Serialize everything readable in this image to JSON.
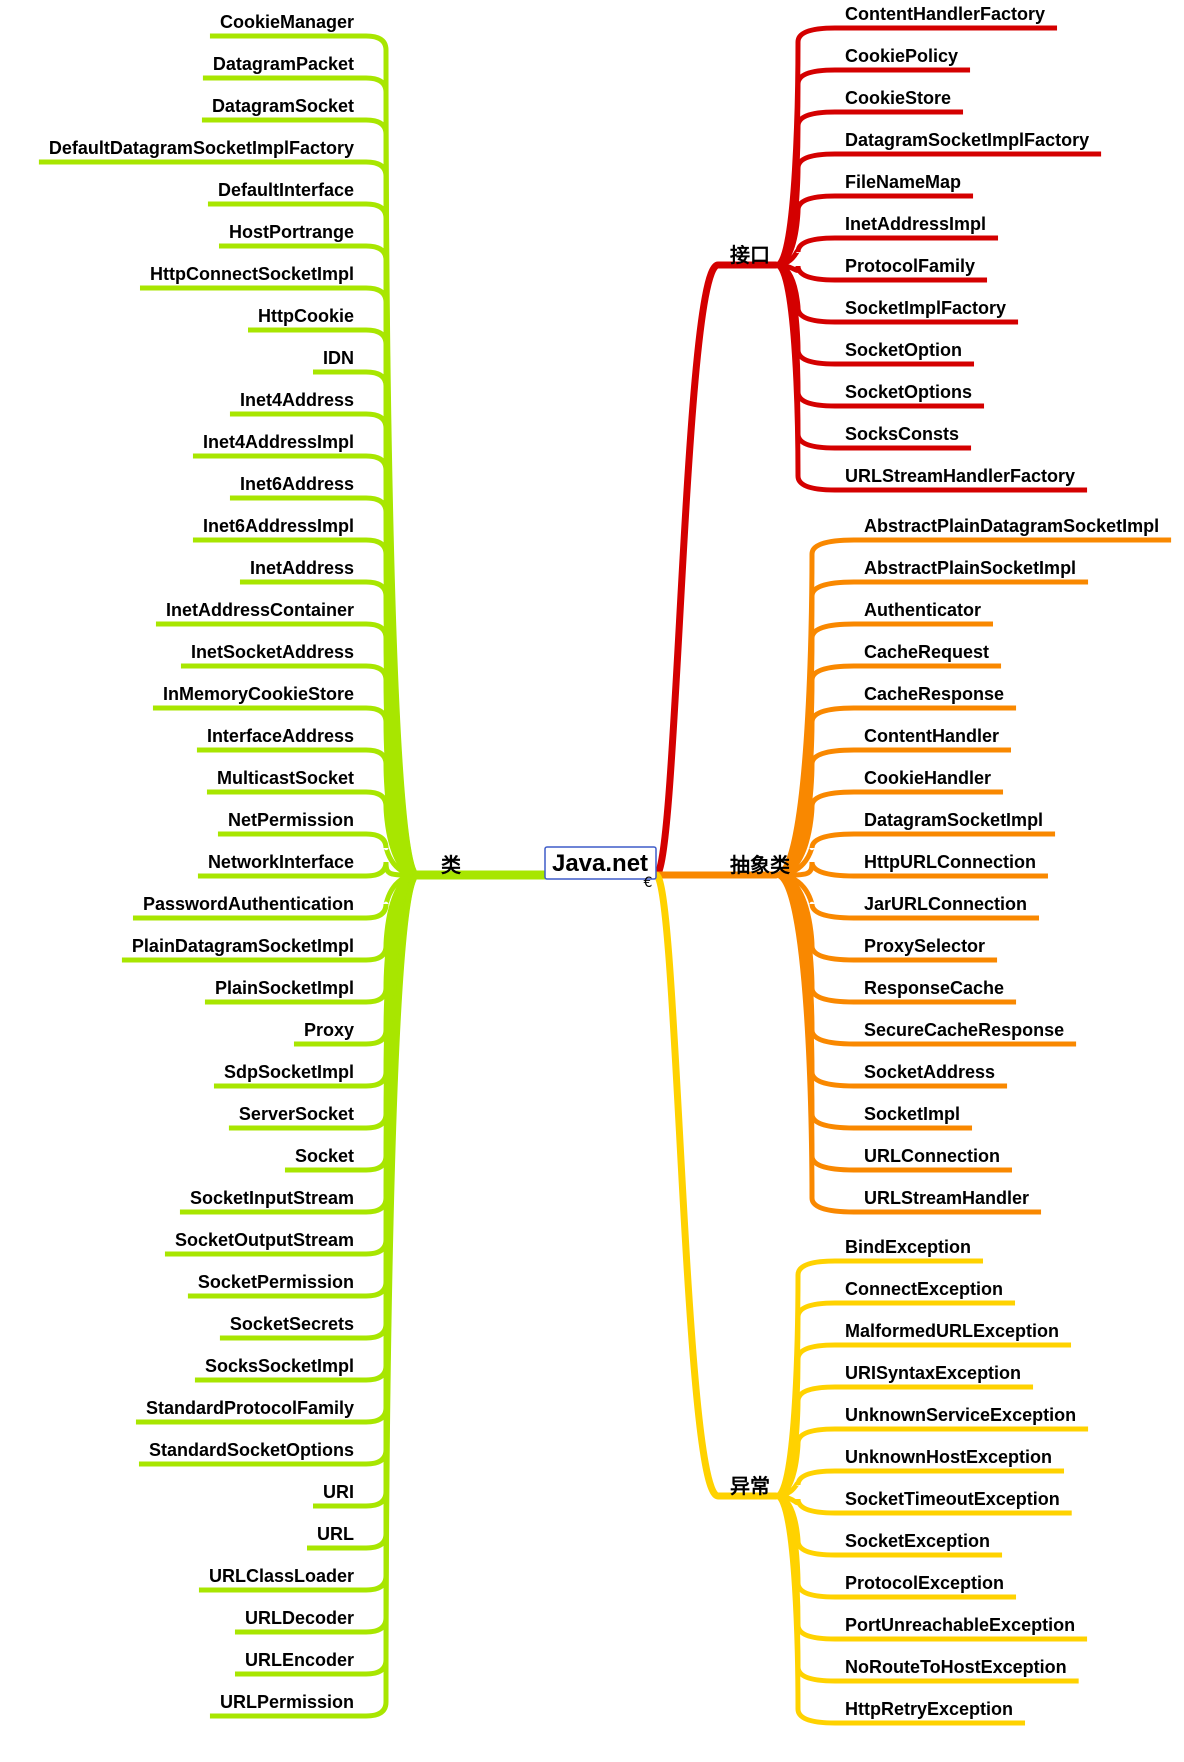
{
  "mindmap": {
    "root": {
      "label": "Java.net",
      "marker": "€"
    },
    "branches": [
      {
        "id": "interfaces",
        "label": "接口",
        "color": "#d40000",
        "side": "right",
        "items": [
          "ContentHandlerFactory",
          "CookiePolicy",
          "CookieStore",
          "DatagramSocketImplFactory",
          "FileNameMap",
          "InetAddressImpl",
          "ProtocolFamily",
          "SocketImplFactory",
          "SocketOption",
          "SocketOptions",
          "SocksConsts",
          "URLStreamHandlerFactory"
        ]
      },
      {
        "id": "abstract-classes",
        "label": "抽象类",
        "color": "#f98800",
        "side": "right",
        "items": [
          "AbstractPlainDatagramSocketImpl",
          "AbstractPlainSocketImpl",
          "Authenticator",
          "CacheRequest",
          "CacheResponse",
          "ContentHandler",
          "CookieHandler",
          "DatagramSocketImpl",
          "HttpURLConnection",
          "JarURLConnection",
          "ProxySelector",
          "ResponseCache",
          "SecureCacheResponse",
          "SocketAddress",
          "SocketImpl",
          "URLConnection",
          "URLStreamHandler"
        ]
      },
      {
        "id": "exceptions",
        "label": "异常",
        "color": "#ffd200",
        "side": "right",
        "items": [
          "BindException",
          "ConnectException",
          "MalformedURLException",
          "URISyntaxException",
          "UnknownServiceException",
          "UnknownHostException",
          "SocketTimeoutException",
          "SocketException",
          "ProtocolException",
          "PortUnreachableException",
          "NoRouteToHostException",
          "HttpRetryException"
        ]
      },
      {
        "id": "classes",
        "label": "类",
        "color": "#a8e600",
        "side": "left",
        "items": [
          "CookieManager",
          "DatagramPacket",
          "DatagramSocket",
          "DefaultDatagramSocketImplFactory",
          "DefaultInterface",
          "HostPortrange",
          "HttpConnectSocketImpl",
          "HttpCookie",
          "IDN",
          "Inet4Address",
          "Inet4AddressImpl",
          "Inet6Address",
          "Inet6AddressImpl",
          "InetAddress",
          "InetAddressContainer",
          "InetSocketAddress",
          "InMemoryCookieStore",
          "InterfaceAddress",
          "MulticastSocket",
          "NetPermission",
          "NetworkInterface",
          "PasswordAuthentication",
          "PlainDatagramSocketImpl",
          "PlainSocketImpl",
          "Proxy",
          "SdpSocketImpl",
          "ServerSocket",
          "Socket",
          "SocketInputStream",
          "SocketOutputStream",
          "SocketPermission",
          "SocketSecrets",
          "SocksSocketImpl",
          "StandardProtocolFamily",
          "StandardSocketOptions",
          "URI",
          "URL",
          "URLClassLoader",
          "URLDecoder",
          "URLEncoder",
          "URLPermission"
        ]
      }
    ]
  }
}
